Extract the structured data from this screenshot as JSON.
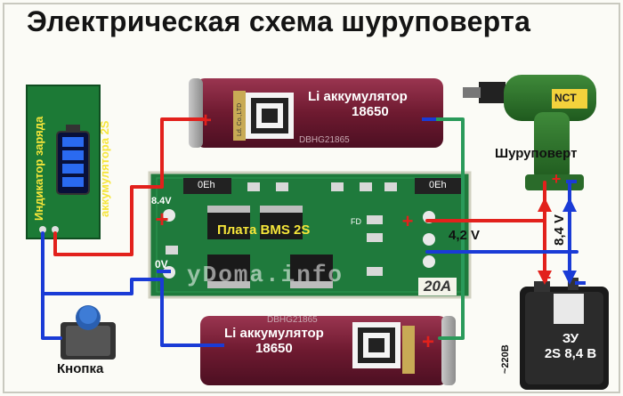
{
  "title": "Электрическая схема шуруповерта",
  "indicator": {
    "line1": "Индикатор заряда",
    "line2": "аккумулятора 2S"
  },
  "battery_top": {
    "line1": "Li аккумулятор",
    "line2": "18650",
    "code": "DBHG21865",
    "brand": "Ld. Co.,LTD"
  },
  "battery_bottom": {
    "line1": "Li аккумулятор",
    "line2": "18650",
    "code": "DBHG21865"
  },
  "board": {
    "label": "Плата BMS 2S",
    "v_high": "8.4V",
    "v_zero": "0V",
    "rating": "20A",
    "fd": "FD",
    "chip_code": "0Eh",
    "watermark": "yDoma.info"
  },
  "mid_voltage": "4,2 V",
  "drill": {
    "label": "Шуруповерт",
    "brand": "NCT"
  },
  "charger": {
    "line1": "ЗУ",
    "line2": "2S 8,4 B",
    "mains": "~220B",
    "voltage": "8,4 V"
  },
  "button": {
    "label": "Кнопка"
  },
  "colors": {
    "plus_wire": "#e2211c",
    "minus_wire": "#1a3bd6",
    "mid_wire": "#2a9a5a",
    "board": "#1f7a3c",
    "battery": "#7a1f36"
  }
}
